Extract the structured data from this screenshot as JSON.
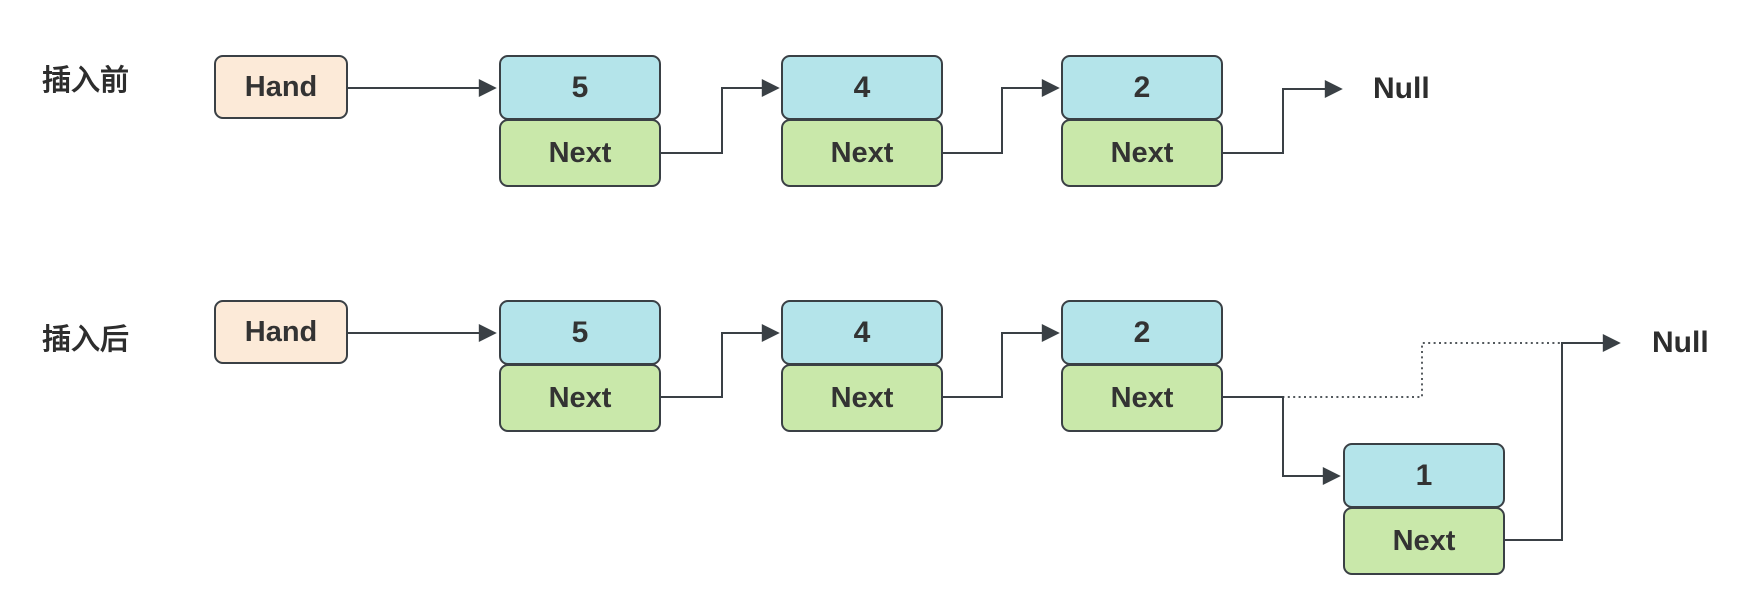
{
  "colors": {
    "value_fill": "#b4e4ea",
    "next_fill": "#c9e8aa",
    "head_fill": "#fcead8",
    "stroke": "#3a4045",
    "text_dark": "#333333",
    "label_color": "#2d2d2d"
  },
  "rows": [
    {
      "label": "插入前",
      "head_label": "Hand",
      "nodes": [
        {
          "value": "5",
          "pointer": "Next"
        },
        {
          "value": "4",
          "pointer": "Next"
        },
        {
          "value": "2",
          "pointer": "Next"
        }
      ],
      "terminal": "Null"
    },
    {
      "label": "插入后",
      "head_label": "Hand",
      "nodes": [
        {
          "value": "5",
          "pointer": "Next"
        },
        {
          "value": "4",
          "pointer": "Next"
        },
        {
          "value": "2",
          "pointer": "Next"
        }
      ],
      "inserted": {
        "value": "1",
        "pointer": "Next"
      },
      "terminal": "Null"
    }
  ]
}
